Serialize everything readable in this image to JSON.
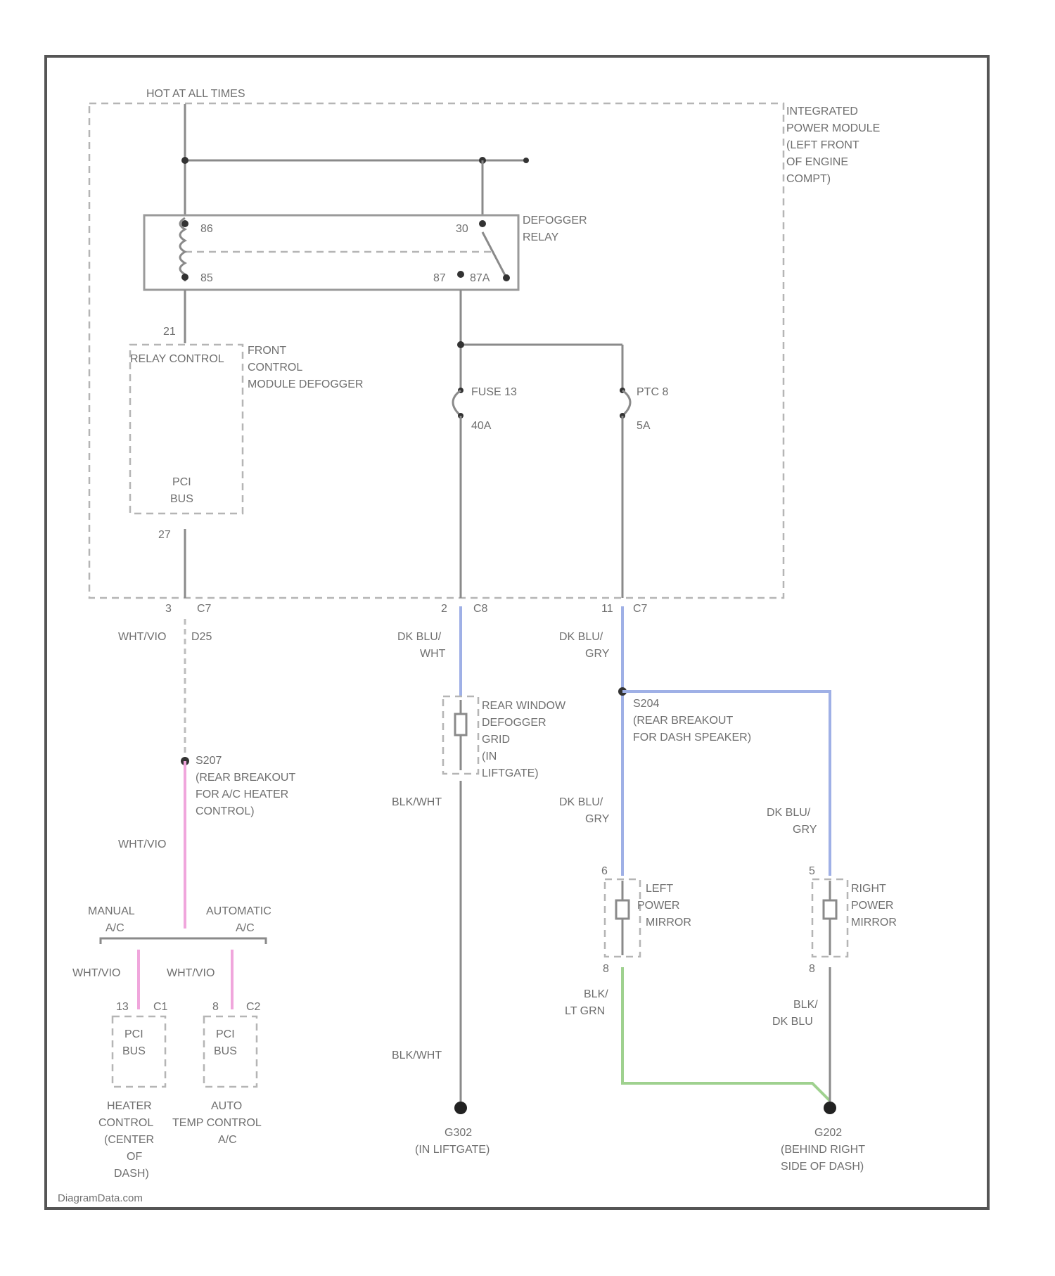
{
  "colors": {
    "frame": "#555555",
    "wire": "#8a8a8a",
    "blue_wire": "#9fb0e6",
    "pink_wire": "#f0a6dc",
    "green_wire": "#9fd18f"
  },
  "labels": {
    "hot_at_all_times": "HOT AT ALL TIMES",
    "ipm": [
      "INTEGRATED",
      "POWER MODULE",
      "(LEFT FRONT",
      "OF ENGINE",
      "COMPT)"
    ],
    "relay_name": [
      "DEFOGGER",
      "RELAY"
    ],
    "relay_pin_86": "86",
    "relay_pin_85": "85",
    "relay_pin_30": "30",
    "relay_pin_87": "87",
    "relay_pin_87a": "87A",
    "pin_21": "21",
    "relay_control": "RELAY CONTROL",
    "fcm": [
      "FRONT",
      "CONTROL",
      "MODULE DEFOGGER"
    ],
    "pci_bus_fcm": [
      "PCI",
      "BUS"
    ],
    "pin_27": "27",
    "fuse_name": "FUSE 13",
    "fuse_rating": "40A",
    "ptc_name": "PTC 8",
    "ptc_rating": "5A",
    "conn_c7_left": "C7",
    "conn_c8": "C8",
    "conn_c7_right": "C7",
    "pin_3": "3",
    "pin_2": "2",
    "pin_11": "11",
    "wire_d25": [
      "WHT/VIO",
      "D25"
    ],
    "wire_dkblu_wht": [
      "DK BLU/",
      "WHT"
    ],
    "wire_dkblu_gry_1": [
      "DK BLU/",
      "GRY"
    ],
    "rear_defogger": [
      "REAR WINDOW",
      "DEFOGGER",
      "GRID",
      "(IN",
      "LIFTGATE)"
    ],
    "splice_s204": [
      "S204",
      "(REAR BREAKOUT",
      "FOR DASH SPEAKER)"
    ],
    "splice_s207": [
      "S207",
      "(REAR BREAKOUT",
      "FOR A/C HEATER",
      "CONTROL)"
    ],
    "wire_blk_wht_1": "BLK/WHT",
    "wire_dkblu_gry_2": [
      "DK BLU/",
      "GRY"
    ],
    "wire_dkblu_gry_3": [
      "DK BLU/",
      "GRY"
    ],
    "wire_wht_vio_1": "WHT/VIO",
    "manual_ac": [
      "MANUAL",
      "A/C"
    ],
    "automatic_ac": [
      "AUTOMATIC",
      "A/C"
    ],
    "wire_wht_vio_2": "WHT/VIO",
    "wire_wht_vio_3": "WHT/VIO",
    "pin_13": "13",
    "conn_c1": "C1",
    "pin_8": "8",
    "conn_c2": "C2",
    "pci_bus_hc": [
      "PCI",
      "BUS"
    ],
    "pci_bus_atc": [
      "PCI",
      "BUS"
    ],
    "heater_control": [
      "HEATER",
      "CONTROL",
      "(CENTER",
      "OF",
      "DASH)"
    ],
    "atc": [
      "AUTO",
      "TEMP CONTROL",
      "A/C"
    ],
    "left_mirror": [
      "LEFT",
      "POWER",
      "MIRROR"
    ],
    "right_mirror": [
      "RIGHT",
      "POWER",
      "MIRROR"
    ],
    "pin_6_l": "6",
    "pin_8_l": "8",
    "pin_5_r": "5",
    "pin_8_r": "8",
    "wire_blk_ltgrn": [
      "BLK/",
      "LT GRN"
    ],
    "wire_blk_dkblu": [
      "BLK/",
      "DK BLU"
    ],
    "wire_blk_wht_2": "BLK/WHT",
    "ground_g302": [
      "G302",
      "(IN LIFTGATE)"
    ],
    "ground_g202": [
      "G202",
      "(BEHIND RIGHT",
      "SIDE OF DASH)"
    ],
    "watermark": "DiagramData.com"
  }
}
